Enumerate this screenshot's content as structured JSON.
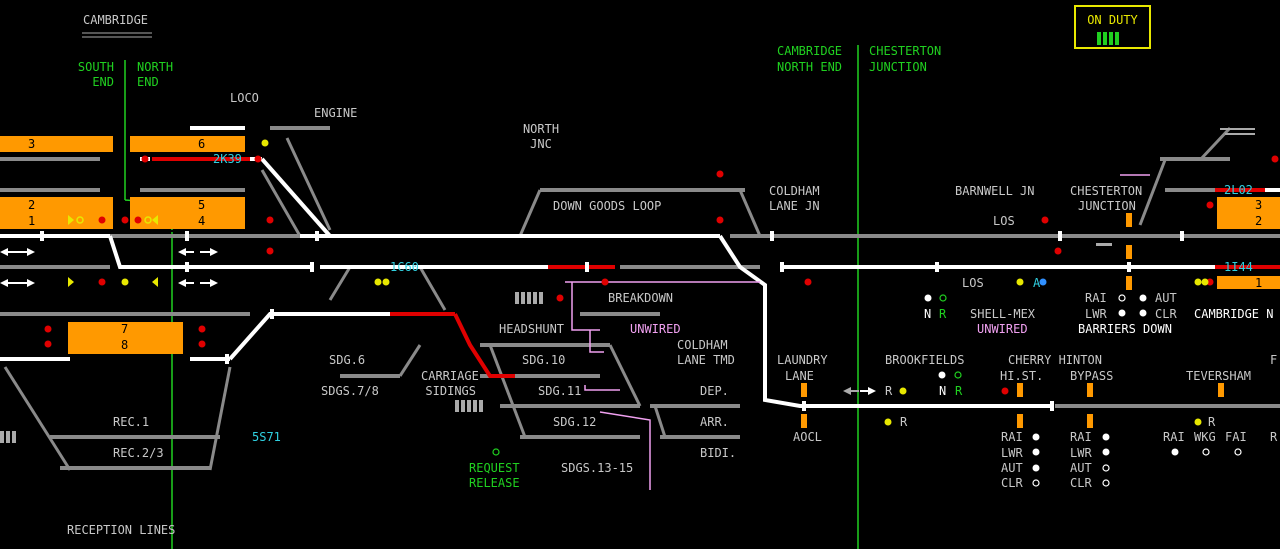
{
  "status": {
    "on_duty": "ON DUTY"
  },
  "areas": {
    "cambridge": "CAMBRIDGE",
    "south_end_1": "SOUTH",
    "south_end_2": "END",
    "north_end_1": "NORTH",
    "north_end_2": "END",
    "cambridge_north_end_1": "CAMBRIDGE",
    "cambridge_north_end_2": "NORTH END",
    "chesterton_junction_1": "CHESTERTON",
    "chesterton_junction_2": "JUNCTION"
  },
  "locations": {
    "loco": "LOCO",
    "engine": "ENGINE",
    "north_jnc_1": "NORTH",
    "north_jnc_2": "JNC",
    "down_goods_loop": "DOWN GOODS LOOP",
    "coldham_lane_jn_1": "COLDHAM",
    "coldham_lane_jn_2": "LANE JN",
    "barnwell_jn": "BARNWELL JN",
    "chesterton_junction_1": "CHESTERTON",
    "chesterton_junction_2": "JUNCTION",
    "los_1": "LOS",
    "los_2": "LOS",
    "shell_mex": "SHELL-MEX",
    "breakdown": "BREAKDOWN",
    "headshunt": "HEADSHUNT",
    "sdg6": "SDG.6",
    "sdgs78": "SDGS.7/8",
    "carriage_sidings_1": "CARRIAGE",
    "carriage_sidings_2": "SIDINGS",
    "sdg10": "SDG.10",
    "sdg11": "SDG.11",
    "sdg12": "SDG.12",
    "sdgs1315": "SDGS.13-15",
    "coldham_lane_tmd_1": "COLDHAM",
    "coldham_lane_tmd_2": "LANE TMD",
    "dep": "DEP.",
    "arr": "ARR.",
    "bidi": "BIDI.",
    "laundry_lane_1": "LAUNDRY",
    "laundry_lane_2": "LANE",
    "aocl": "AOCL",
    "brookfields": "BROOKFIELDS",
    "cherry_hinton": "CHERRY HINTON",
    "hi_st": "HI.ST.",
    "bypass": "BYPASS",
    "teversham": "TEVERSHAM",
    "cambridge_n": "CAMBRIDGE N",
    "rec1": "REC.1",
    "rec23": "REC.2/3",
    "reception_lines": "RECEPTION LINES",
    "edge_f": "F",
    "edge_r": "R"
  },
  "platforms": [
    {
      "id": "p3",
      "label": "3"
    },
    {
      "id": "p6",
      "label": "6"
    },
    {
      "id": "p2",
      "label": "2"
    },
    {
      "id": "p1",
      "label": "1"
    },
    {
      "id": "p5",
      "label": "5"
    },
    {
      "id": "p4",
      "label": "4"
    },
    {
      "id": "p7",
      "label": "7"
    },
    {
      "id": "p8",
      "label": "8"
    },
    {
      "id": "ne3",
      "label": "3"
    },
    {
      "id": "ne2",
      "label": "2"
    },
    {
      "id": "ne1",
      "label": "1"
    }
  ],
  "train_descriptions": {
    "t1": "2K39",
    "t2": "1C60",
    "t3": "5S71",
    "t4": "2L02",
    "t5": "1I44"
  },
  "warnings": {
    "unwired_1": "UNWIRED",
    "unwired_2": "UNWIRED",
    "barriers_down": "BARRIERS DOWN",
    "request_release_1": "REQUEST",
    "request_release_2": "RELEASE"
  },
  "indications": {
    "n": "N",
    "r": "R",
    "a": "A",
    "rai": "RAI",
    "lwr": "LWR",
    "aut": "AUT",
    "clr": "CLR",
    "wkg": "WKG",
    "fai": "FAI"
  },
  "colors": {
    "background": "#000000",
    "track": "#8a8a8a",
    "route_set": "#ffffff",
    "occupied": "#e00000",
    "platform": "#ff9900",
    "text": "#c8c8c8",
    "area_label": "#20d020",
    "unwired": "#f0a0f0",
    "train_id": "#30d0e0",
    "on_duty": "#e8e800"
  }
}
